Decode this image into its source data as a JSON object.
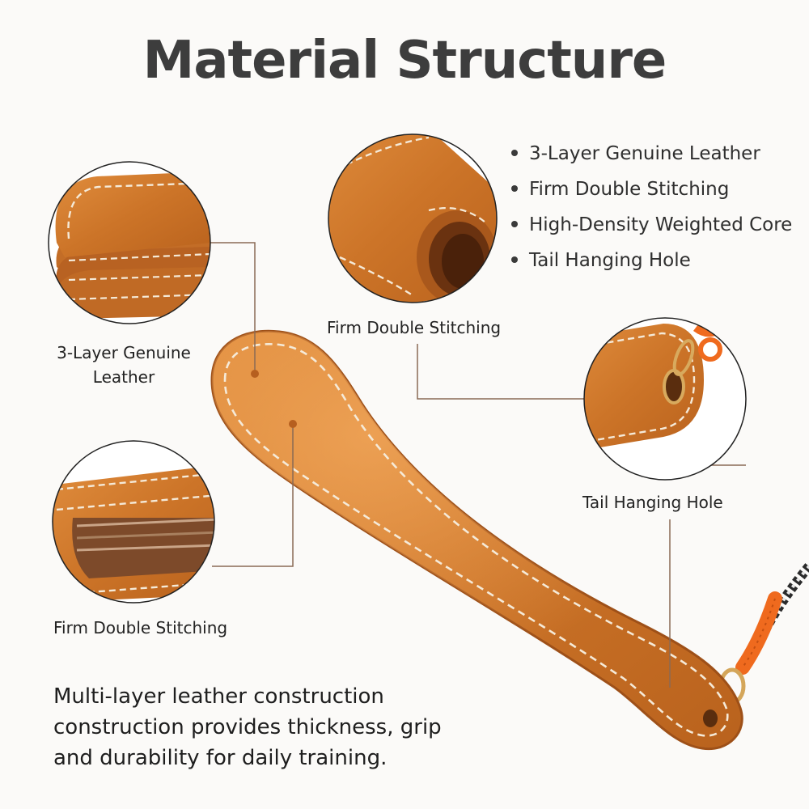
{
  "title": "Material Structure",
  "features": [
    "3-Layer Genuine Leather",
    "Firm Double Stitching",
    "High-Density Weighted Core",
    "Tail Hanging Hole"
  ],
  "callouts": {
    "layers_line1": "3-Layer Genuine",
    "layers_line2": "Leather",
    "stitch_left": "Firm Double Stitching",
    "stitch_top": "Firm Double Stitching",
    "hole": "Tail Hanging Hole"
  },
  "description": "Multi-layer leather construction construction provides thickness, grip and durability for daily training.",
  "colors": {
    "leather": "#cf7a2e",
    "leather_dark": "#a9581c",
    "stitch": "#f5ead8",
    "rope": "#ef6a1e",
    "callout_line": "#8a6a55"
  }
}
